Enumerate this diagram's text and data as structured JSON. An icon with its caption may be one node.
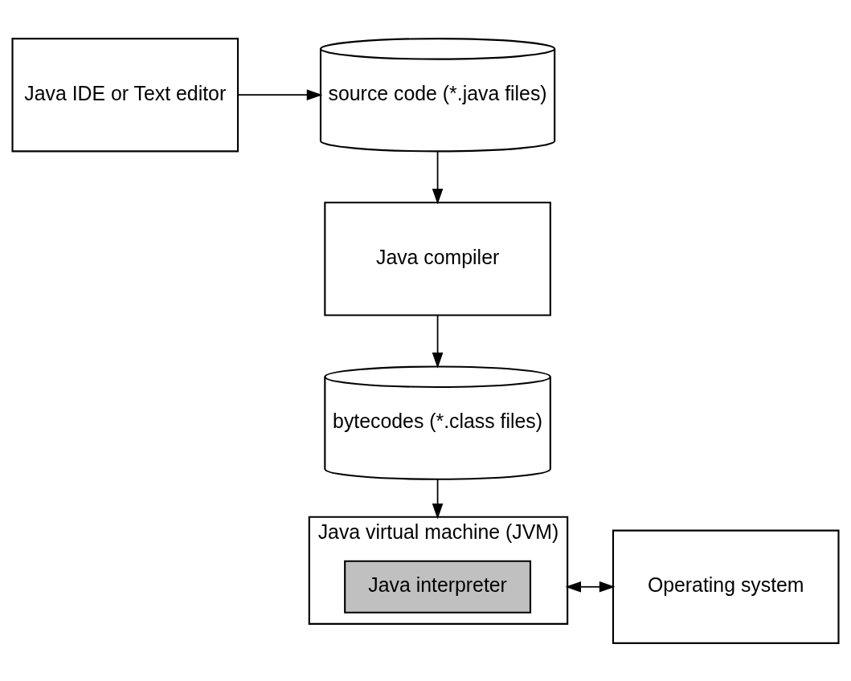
{
  "diagram": {
    "nodes": [
      {
        "text": [
          "Java IDE or Text editor"
        ]
      },
      {
        "text": [
          "source code (*.java files)"
        ]
      },
      {
        "text": [
          "Java compiler"
        ]
      },
      {
        "text": [
          "bytecodes (*.class files)"
        ]
      },
      {
        "text": [
          "Java virtual machine (JVM)"
        ]
      },
      {
        "text": [
          "Java interpreter"
        ],
        "in": 4
      },
      {
        "text": [
          "Operating system"
        ]
      }
    ],
    "edges": [
      {
        "from": 0,
        "to": 1,
        "arrow": "to"
      },
      {
        "from": 1,
        "to": 2,
        "arrow": "to"
      },
      {
        "from": 2,
        "to": 3,
        "arrow": "to"
      },
      {
        "from": 3,
        "to": 4,
        "arrow": "to"
      },
      {
        "from": 4,
        "to": 6,
        "arrow": "both"
      }
    ]
  }
}
